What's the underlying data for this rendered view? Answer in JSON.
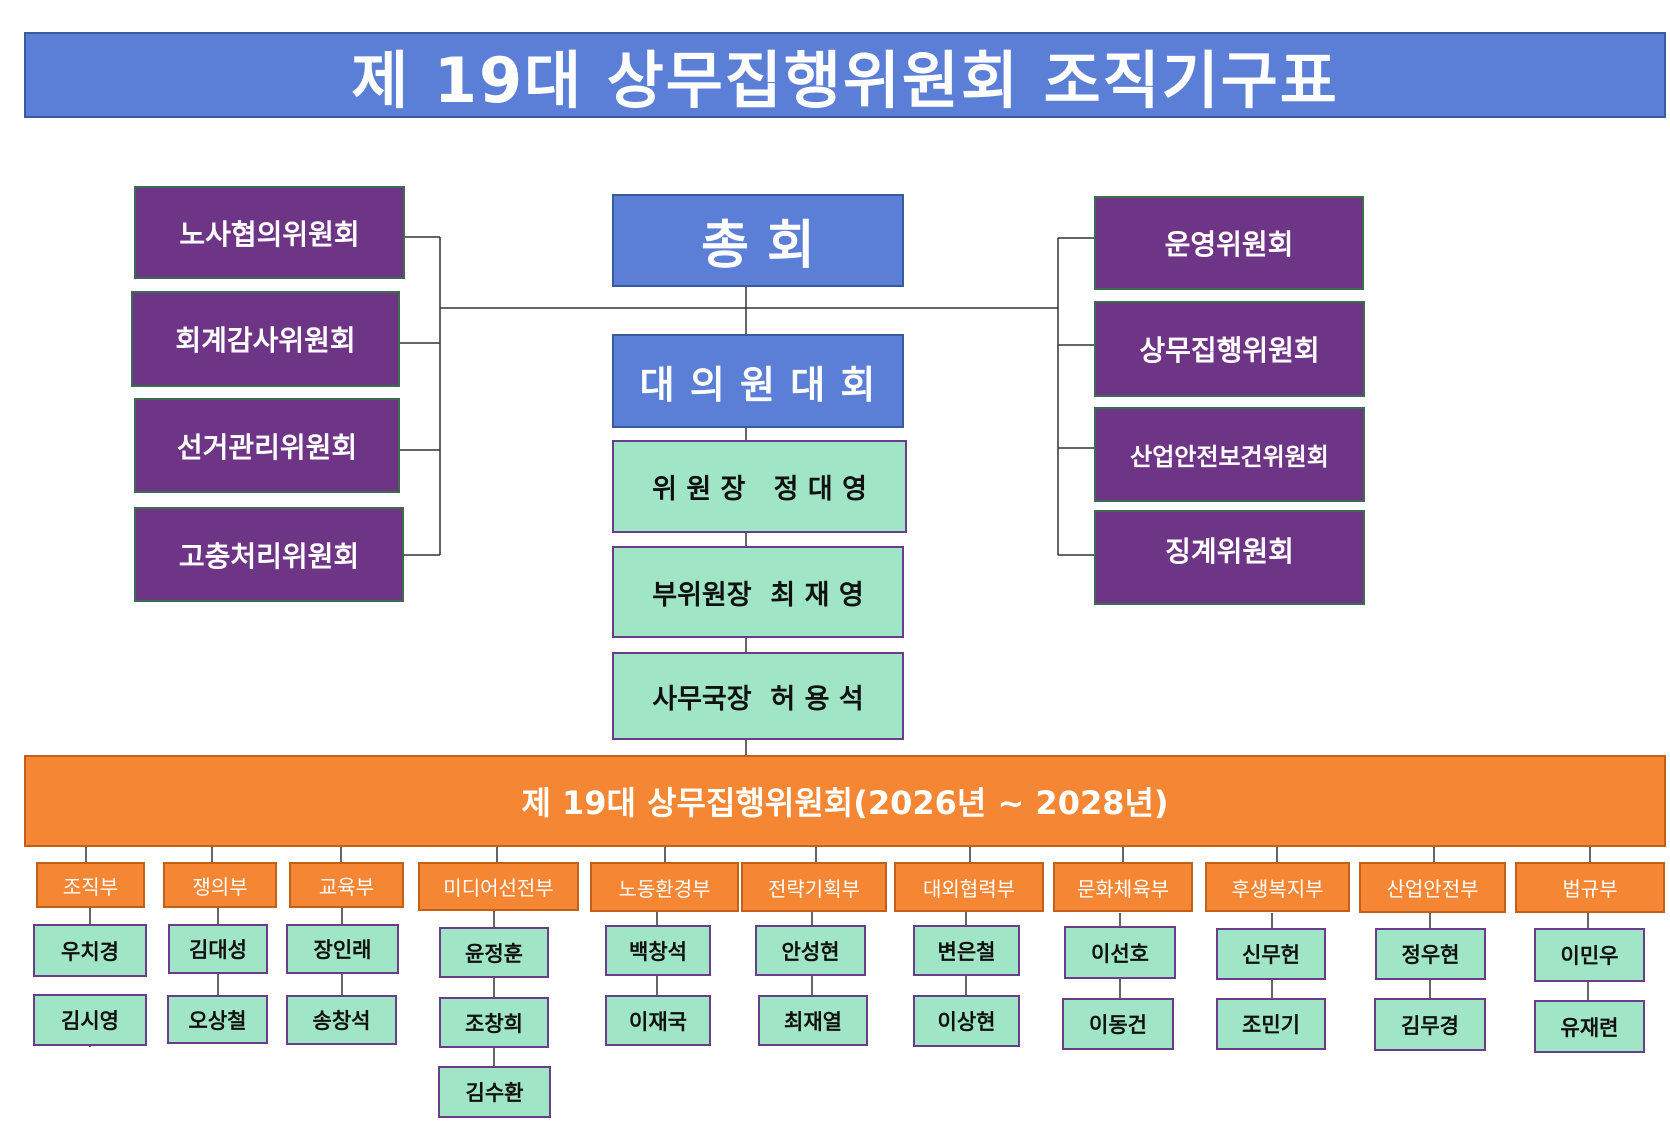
{
  "title": "제 19대 상무집행위원회 조직기구표",
  "top": {
    "general_assembly": "총 회",
    "delegates_assembly": "대 의 원 대 회",
    "chairman": "위 원 장   정 대 영",
    "vice_chairman": "부위원장  최 재 영",
    "secretary_general": "사무국장  허 용 석"
  },
  "left_committees": [
    "노사협의위원회",
    "회계감사위원회",
    "선거관리위원회",
    "고충처리위원회"
  ],
  "right_committees": [
    "운영위원회",
    "상무집행위원회",
    "산업안전보건위원회",
    "징계위원회"
  ],
  "executive_banner": "제 19대 상무집행위원회(2026년 ~ 2028년)",
  "departments": [
    {
      "name": "조직부",
      "members": [
        "우치경",
        "김시영"
      ]
    },
    {
      "name": "쟁의부",
      "members": [
        "김대성",
        "오상철"
      ]
    },
    {
      "name": "교육부",
      "members": [
        "장인래",
        "송창석"
      ]
    },
    {
      "name": "미디어선전부",
      "members": [
        "윤정훈",
        "조창희",
        "김수환"
      ]
    },
    {
      "name": "노동환경부",
      "members": [
        "백창석",
        "이재국"
      ]
    },
    {
      "name": "전략기획부",
      "members": [
        "안성현",
        "최재열"
      ]
    },
    {
      "name": "대외협력부",
      "members": [
        "변은철",
        "이상현"
      ]
    },
    {
      "name": "문화체육부",
      "members": [
        "이선호",
        "이동건"
      ]
    },
    {
      "name": "후생복지부",
      "members": [
        "신무헌",
        "조민기"
      ]
    },
    {
      "name": "산업안전부",
      "members": [
        "정우현",
        "김무경"
      ]
    },
    {
      "name": "법규부",
      "members": [
        "이민우",
        "유재련"
      ]
    }
  ],
  "colors": {
    "title_blue": "#5b7fd6",
    "committee_purple": "#6e3485",
    "officer_green": "#a0e6c6",
    "banner_orange": "#f58634"
  }
}
